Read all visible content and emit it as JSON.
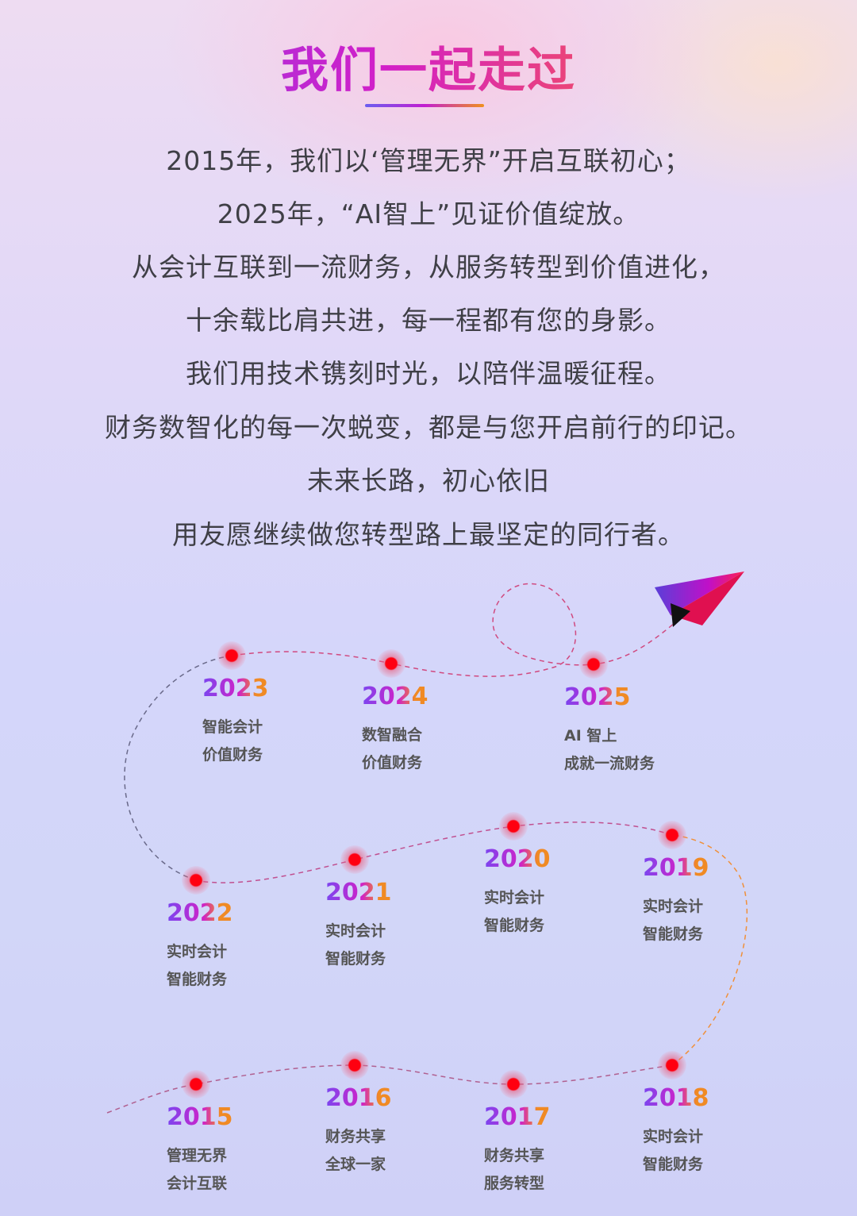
{
  "title": "我们一起走过",
  "lines": [
    "2015年，我们以‘管理无界”开启互联初心；",
    "2025年，“AI智上”见证价值绽放。",
    "从会计互联到一流财务，从服务转型到价值进化，",
    "十余载比肩共进，每一程都有您的身影。",
    "我们用技术镌刻时光，以陪伴温暖征程。",
    "财务数智化的每一次蜕变，都是与您开启前行的印记。",
    "未来长路，初心依旧",
    "用友愿继续做您转型路上最坚定的同行者。"
  ],
  "timeline": [
    {
      "year": "2015",
      "l1": "管理无界",
      "l2": "会计互联"
    },
    {
      "year": "2016",
      "l1": "财务共享",
      "l2": "全球一家"
    },
    {
      "year": "2017",
      "l1": "财务共享",
      "l2": "服务转型"
    },
    {
      "year": "2018",
      "l1": "实时会计",
      "l2": "智能财务"
    },
    {
      "year": "2019",
      "l1": "实时会计",
      "l2": "智能财务"
    },
    {
      "year": "2020",
      "l1": "实时会计",
      "l2": "智能财务"
    },
    {
      "year": "2021",
      "l1": "实时会计",
      "l2": "智能财务"
    },
    {
      "year": "2022",
      "l1": "实时会计",
      "l2": "智能财务"
    },
    {
      "year": "2023",
      "l1": "智能会计",
      "l2": "价值财务"
    },
    {
      "year": "2024",
      "l1": "数智融合",
      "l2": "价值财务"
    },
    {
      "year": "2025",
      "l1": "AI 智上",
      "l2": "成就一流财务"
    }
  ],
  "icons": {
    "plane": "paper-plane-icon"
  }
}
